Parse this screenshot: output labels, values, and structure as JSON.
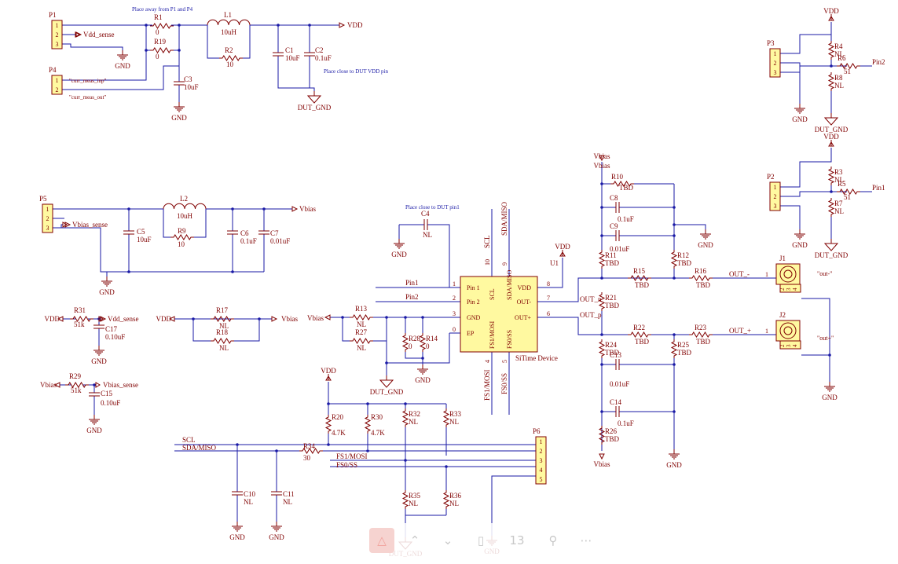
{
  "notes": {
    "place_away": "Place away from P1 and P4",
    "place_close": "Place close to DUT VDD pin",
    "place_close_pin1": "Place close to DUT pin1"
  },
  "nets": {
    "vdd": "VDD",
    "gnd": "GND",
    "dut_gnd": "DUT_GND",
    "vbias": "Vbias",
    "vdd_sense": "Vdd_sense",
    "vbias_sense": "Vbias_sense",
    "curr_meas_inp": "\"curr_meas_inp\"",
    "curr_meas_out": "\"curr_meas_out\"",
    "pin1": "Pin1",
    "pin2": "Pin2",
    "out_n": "OUT_n",
    "out_p": "OUT_p",
    "out_minus": "OUT_-",
    "out_plus": "OUT_+",
    "scl": "SCL",
    "sda_miso": "SDA/MISO",
    "fs1_mosi": "FS1/MOSI",
    "fs0_ss": "FS0/SS",
    "out_minus_q": "\"out-\"",
    "out_plus_q": "\"out+\""
  },
  "connectors": {
    "p1": {
      "ref": "P1",
      "pins": [
        "1",
        "2",
        "3"
      ]
    },
    "p4": {
      "ref": "P4",
      "pins": [
        "1",
        "2"
      ]
    },
    "p5": {
      "ref": "P5",
      "pins": [
        "1",
        "2",
        "3"
      ]
    },
    "p3": {
      "ref": "P3",
      "pins": [
        "1",
        "2",
        "3"
      ]
    },
    "p2": {
      "ref": "P2",
      "pins": [
        "1",
        "2",
        "3"
      ]
    },
    "p6": {
      "ref": "P6",
      "pins": [
        "1",
        "2",
        "3",
        "4",
        "5"
      ]
    },
    "j1": {
      "ref": "J1",
      "pins": [
        "1",
        "2",
        "3",
        "4"
      ]
    },
    "j2": {
      "ref": "J2",
      "pins": [
        "1",
        "2",
        "3",
        "4"
      ]
    }
  },
  "components": {
    "r1": {
      "ref": "R1",
      "value": "0"
    },
    "r19": {
      "ref": "R19",
      "value": "0"
    },
    "l1": {
      "ref": "L1",
      "value": "10uH"
    },
    "r2": {
      "ref": "R2",
      "value": "10"
    },
    "c1": {
      "ref": "C1",
      "value": "10uF"
    },
    "c2": {
      "ref": "C2",
      "value": "0.1uF"
    },
    "c3": {
      "ref": "C3",
      "value": "10uF"
    },
    "l2": {
      "ref": "L2",
      "value": "10uH"
    },
    "r9": {
      "ref": "R9",
      "value": "10"
    },
    "c5": {
      "ref": "C5",
      "value": "10uF"
    },
    "c6": {
      "ref": "C6",
      "value": "0.1uF"
    },
    "c7": {
      "ref": "C7",
      "value": "0.01uF"
    },
    "c4": {
      "ref": "C4",
      "value": "NL"
    },
    "r31": {
      "ref": "R31",
      "value": "51k"
    },
    "c17": {
      "ref": "C17",
      "value": "0.10uF"
    },
    "r29": {
      "ref": "R29",
      "value": "51k"
    },
    "c15": {
      "ref": "C15",
      "value": "0.10uF"
    },
    "r17": {
      "ref": "R17",
      "value": "NL"
    },
    "r18": {
      "ref": "R18",
      "value": "NL"
    },
    "r13": {
      "ref": "R13",
      "value": "NL"
    },
    "r27": {
      "ref": "R27",
      "value": "NL"
    },
    "r28": {
      "ref": "R28",
      "value": "0"
    },
    "r14": {
      "ref": "R14",
      "value": "0"
    },
    "r4": {
      "ref": "R4",
      "value": "NL"
    },
    "r6": {
      "ref": "R6",
      "value": "51"
    },
    "r8": {
      "ref": "R8",
      "value": "NL"
    },
    "r3": {
      "ref": "R3",
      "value": "NL"
    },
    "r5": {
      "ref": "R5",
      "value": "51"
    },
    "r7": {
      "ref": "R7",
      "value": "NL"
    },
    "r10": {
      "ref": "R10",
      "value": "TBD"
    },
    "c8": {
      "ref": "C8",
      "value": "0.1uF"
    },
    "c9": {
      "ref": "C9",
      "value": "0.01uF"
    },
    "r11": {
      "ref": "R11",
      "value": "TBD"
    },
    "r12": {
      "ref": "R12",
      "value": "TBD"
    },
    "r15": {
      "ref": "R15",
      "value": "TBD"
    },
    "r16": {
      "ref": "R16",
      "value": "TBD"
    },
    "r21": {
      "ref": "R21",
      "value": "TBD"
    },
    "r22": {
      "ref": "R22",
      "value": "TBD"
    },
    "r23": {
      "ref": "R23",
      "value": "TBD"
    },
    "r24": {
      "ref": "R24",
      "value": "TBD"
    },
    "r25": {
      "ref": "R25",
      "value": "TBD"
    },
    "c13": {
      "ref": "C13",
      "value": "0.01uF"
    },
    "c14": {
      "ref": "C14",
      "value": "0.1uF"
    },
    "r26": {
      "ref": "R26",
      "value": "TBD"
    },
    "r20": {
      "ref": "R20",
      "value": "4.7K"
    },
    "r30": {
      "ref": "R30",
      "value": "4.7K"
    },
    "r32": {
      "ref": "R32",
      "value": "NL"
    },
    "r33": {
      "ref": "R33",
      "value": "NL"
    },
    "r34": {
      "ref": "R34",
      "value": "30"
    },
    "c10": {
      "ref": "C10",
      "value": "NL"
    },
    "c11": {
      "ref": "C11",
      "value": "NL"
    },
    "r35": {
      "ref": "R35",
      "value": "NL"
    },
    "r36": {
      "ref": "R36",
      "value": "NL"
    }
  },
  "chip": {
    "ref": "U1",
    "name": "SiTime Device",
    "left_pins": [
      {
        "num": "1",
        "name": "Pin 1"
      },
      {
        "num": "2",
        "name": "Pin 2"
      },
      {
        "num": "3",
        "name": "GND"
      },
      {
        "num": "0",
        "name": "EP"
      }
    ],
    "right_pins": [
      {
        "num": "8",
        "name": "VDD"
      },
      {
        "num": "7",
        "name": "OUT-"
      },
      {
        "num": "6",
        "name": "OUT+"
      }
    ],
    "top_pins": [
      {
        "num": "10",
        "name": "SCL"
      },
      {
        "num": "9",
        "name": "SDA/MISO"
      }
    ],
    "bottom_pins": [
      {
        "num": "4",
        "name": "FS1/MOSI"
      },
      {
        "num": "5",
        "name": "FS0/SS"
      }
    ]
  },
  "toolbar": {
    "page_number": "13",
    "pdf_icon": "pdf-icon",
    "up_icon": "chevron-up-icon",
    "down_icon": "chevron-down-icon",
    "zoom_icon": "search-icon",
    "more_icon": "more-icon"
  },
  "colors": {
    "wire": "#1a1aa6",
    "text": "#800000",
    "part": "#800000",
    "chip_fill": "#fff9a0",
    "conn_fill": "#fff9a0",
    "note": "#1a1aa6"
  }
}
